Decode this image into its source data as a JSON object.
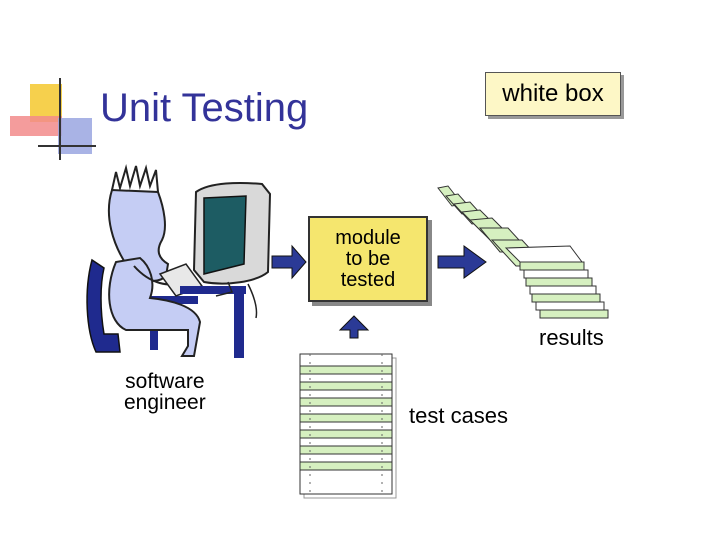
{
  "slide": {
    "title": "Unit Testing",
    "tag": "white box",
    "module_label_lines": [
      "module",
      "to be",
      "tested"
    ],
    "results_label": "results",
    "engineer_label_lines": [
      "software",
      "engineer"
    ],
    "test_cases_label": "test cases"
  },
  "colors": {
    "title": "#333399",
    "arrow": "#2b3a96",
    "module_fill": "#f5e66e",
    "tag_fill": "#fdf7c6",
    "sheet_green": "#d6f0c0"
  },
  "icons": {
    "logo": "square-cross-logo",
    "engineer": "person-at-computer",
    "results": "fanned-paper-stack",
    "test_cases": "paper-stack"
  }
}
